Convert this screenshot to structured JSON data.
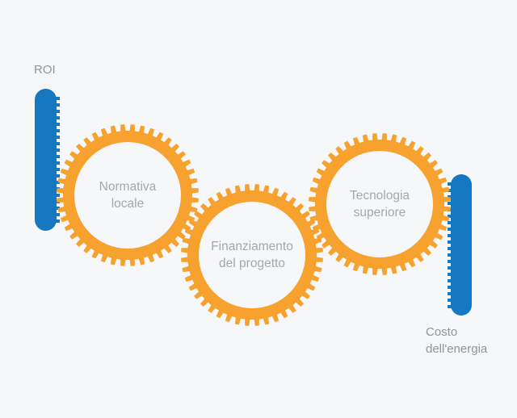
{
  "colors": {
    "background": "#f6f7f9",
    "gear": "#f7a12e",
    "rack": "#1778c2",
    "label": "#8e959b",
    "gear_label": "#a3a8ad"
  },
  "labels": {
    "roi": "ROI",
    "cost_line1": "Costo",
    "cost_line2": "dell'energia"
  },
  "gears": [
    {
      "line1": "Normativa",
      "line2": "locale"
    },
    {
      "line1": "Finanziamento",
      "line2": "del progetto"
    },
    {
      "line1": "Tecnologia",
      "line2": "superiore"
    }
  ]
}
